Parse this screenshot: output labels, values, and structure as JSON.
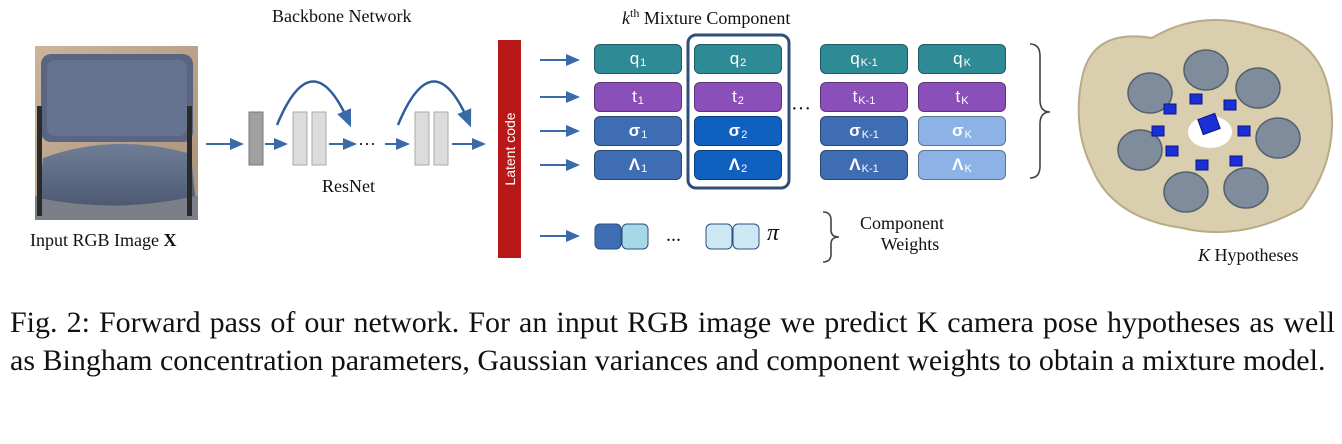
{
  "figure": {
    "backbone_title": "Backbone Network",
    "resnet_label": "ResNet",
    "input_label": "Input RGB Image",
    "input_symbol": "X",
    "latent_label": "Latent code",
    "mixture_title_sup": "th",
    "mixture_title_k": "k",
    "mixture_title_rest": " Mixture Component",
    "dots": "···",
    "ellipsis": "...",
    "pi_symbol": "π",
    "weights_label_line1": "Component",
    "weights_label_line2": "Weights",
    "hypotheses_k": "K",
    "hypotheses_rest": " Hypotheses",
    "columns": [
      {
        "q": "q",
        "qsub": "1",
        "t": "t",
        "tsub": "1",
        "s": "σ",
        "ssub": "1",
        "l": "Λ",
        "lsub": "1"
      },
      {
        "q": "q",
        "qsub": "2",
        "t": "t",
        "tsub": "2",
        "s": "σ",
        "ssub": "2",
        "l": "Λ",
        "lsub": "2"
      },
      {
        "q": "q",
        "qsub": "K-1",
        "t": "t",
        "tsub": "K-1",
        "s": "σ",
        "ssub": "K-1",
        "l": "Λ",
        "lsub": "K-1"
      },
      {
        "q": "q",
        "qsub": "K",
        "t": "t",
        "tsub": "K",
        "s": "σ",
        "ssub": "K",
        "l": "Λ",
        "lsub": "K"
      }
    ],
    "colors": {
      "q": "#2e8a94",
      "t": "#8a4fb8",
      "sigma": [
        "#3f6db3",
        "#1060c0",
        "#3f6db3",
        "#8db3e6"
      ],
      "lambda": [
        "#3f6db3",
        "#1060c0",
        "#3f6db3",
        "#8db3e6"
      ],
      "latent": "#b81818",
      "arrow": "#3a6aa8"
    }
  },
  "caption": {
    "prefix": "Fig. 2:",
    "text": "Forward pass of our network. For an input RGB image we predict K camera pose hypotheses as well as Bingham concentration parameters, Gaussian variances and component weights to obtain a mixture model."
  }
}
